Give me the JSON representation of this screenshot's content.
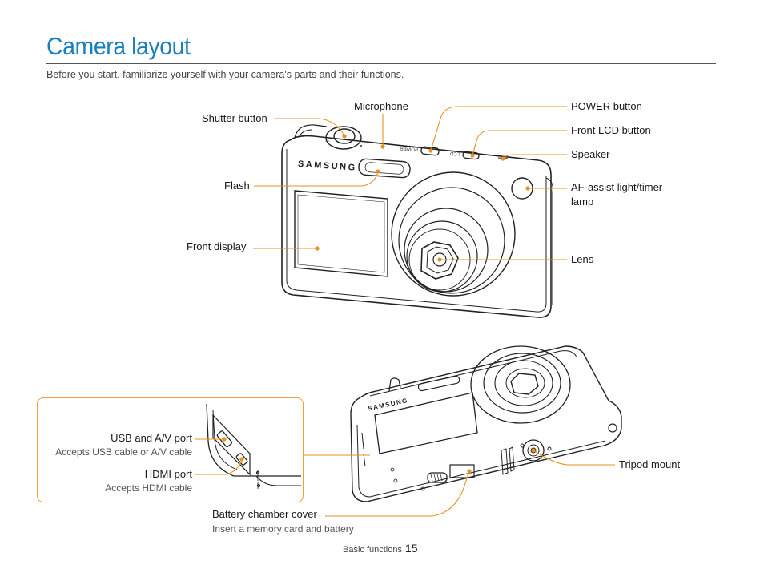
{
  "header": {
    "title": "Camera layout",
    "subtitle": "Before you start, familiarize yourself with your camera's parts and their functions."
  },
  "front_labels": {
    "microphone": "Microphone",
    "shutter_button": "Shutter button",
    "flash": "Flash",
    "front_display": "Front display",
    "power_button": "POWER button",
    "front_lcd_button": "Front LCD button",
    "speaker": "Speaker",
    "af_assist": "AF-assist light/timer lamp",
    "lens": "Lens"
  },
  "bottom_labels": {
    "usb_port": "USB and A/V port",
    "usb_port_desc": "Accepts USB cable or A/V cable",
    "hdmi_port": "HDMI port",
    "hdmi_port_desc": "Accepts HDMI cable",
    "tripod_mount": "Tripod mount",
    "battery_cover": "Battery chamber cover",
    "battery_cover_desc": "Insert a memory card and battery"
  },
  "camera_markings": {
    "brand": "SAMSUNG",
    "power_text": "POWER",
    "lcd_text": "LCD"
  },
  "footer": {
    "section": "Basic functions",
    "page_number": "15"
  },
  "colors": {
    "title": "#1a7fc1",
    "callout": "#e8921e"
  }
}
